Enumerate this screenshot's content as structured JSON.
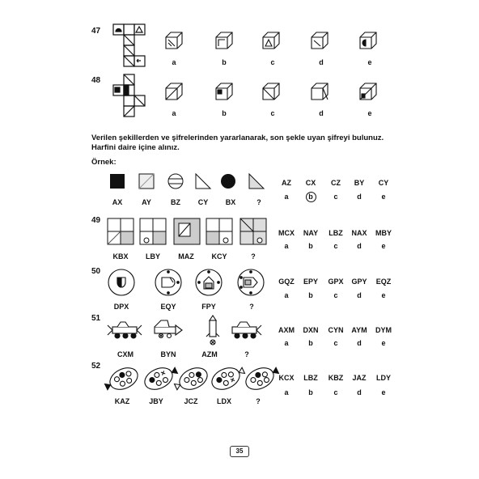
{
  "questions": {
    "q47": {
      "number": "47",
      "options": [
        "a",
        "b",
        "c",
        "d",
        "e"
      ]
    },
    "q48": {
      "number": "48",
      "options": [
        "a",
        "b",
        "c",
        "d",
        "e"
      ]
    }
  },
  "instructions": {
    "line1": "Verilen şekillerden ve şifrelerinden yararlanarak, son şekle uyan şifreyi bulunuz.",
    "line2": "Harfini daire içine alınız."
  },
  "example": {
    "title": "Örnek:",
    "labels": [
      "AX",
      "AY",
      "BZ",
      "CY",
      "BX",
      "?"
    ],
    "choices": [
      "AZ",
      "CX",
      "CZ",
      "BY",
      "CY"
    ],
    "letters": [
      "a",
      "b",
      "c",
      "d",
      "e"
    ],
    "answer_letter": "b"
  },
  "q49": {
    "number": "49",
    "labels": [
      "KBX",
      "LBY",
      "MAZ",
      "KCY",
      "?"
    ],
    "choices": [
      "MCX",
      "NAY",
      "LBZ",
      "NAX",
      "MBY"
    ],
    "letters": [
      "a",
      "b",
      "c",
      "d",
      "e"
    ]
  },
  "q50": {
    "number": "50",
    "labels": [
      "DPX",
      "EQY",
      "FPY",
      "?"
    ],
    "choices": [
      "GQZ",
      "EPY",
      "GPX",
      "GPY",
      "EQZ"
    ],
    "letters": [
      "a",
      "b",
      "c",
      "d",
      "e"
    ]
  },
  "q51": {
    "number": "51",
    "labels": [
      "CXM",
      "BYN",
      "AZM",
      "?"
    ],
    "choices": [
      "AXM",
      "DXN",
      "CYN",
      "AYM",
      "DYM"
    ],
    "letters": [
      "a",
      "b",
      "c",
      "d",
      "e"
    ]
  },
  "q52": {
    "number": "52",
    "labels": [
      "KAZ",
      "JBY",
      "JCZ",
      "LDX",
      "?"
    ],
    "choices": [
      "KCX",
      "LBZ",
      "KBZ",
      "JAZ",
      "LDY"
    ],
    "letters": [
      "a",
      "b",
      "c",
      "d",
      "e"
    ]
  },
  "page_number": "35"
}
